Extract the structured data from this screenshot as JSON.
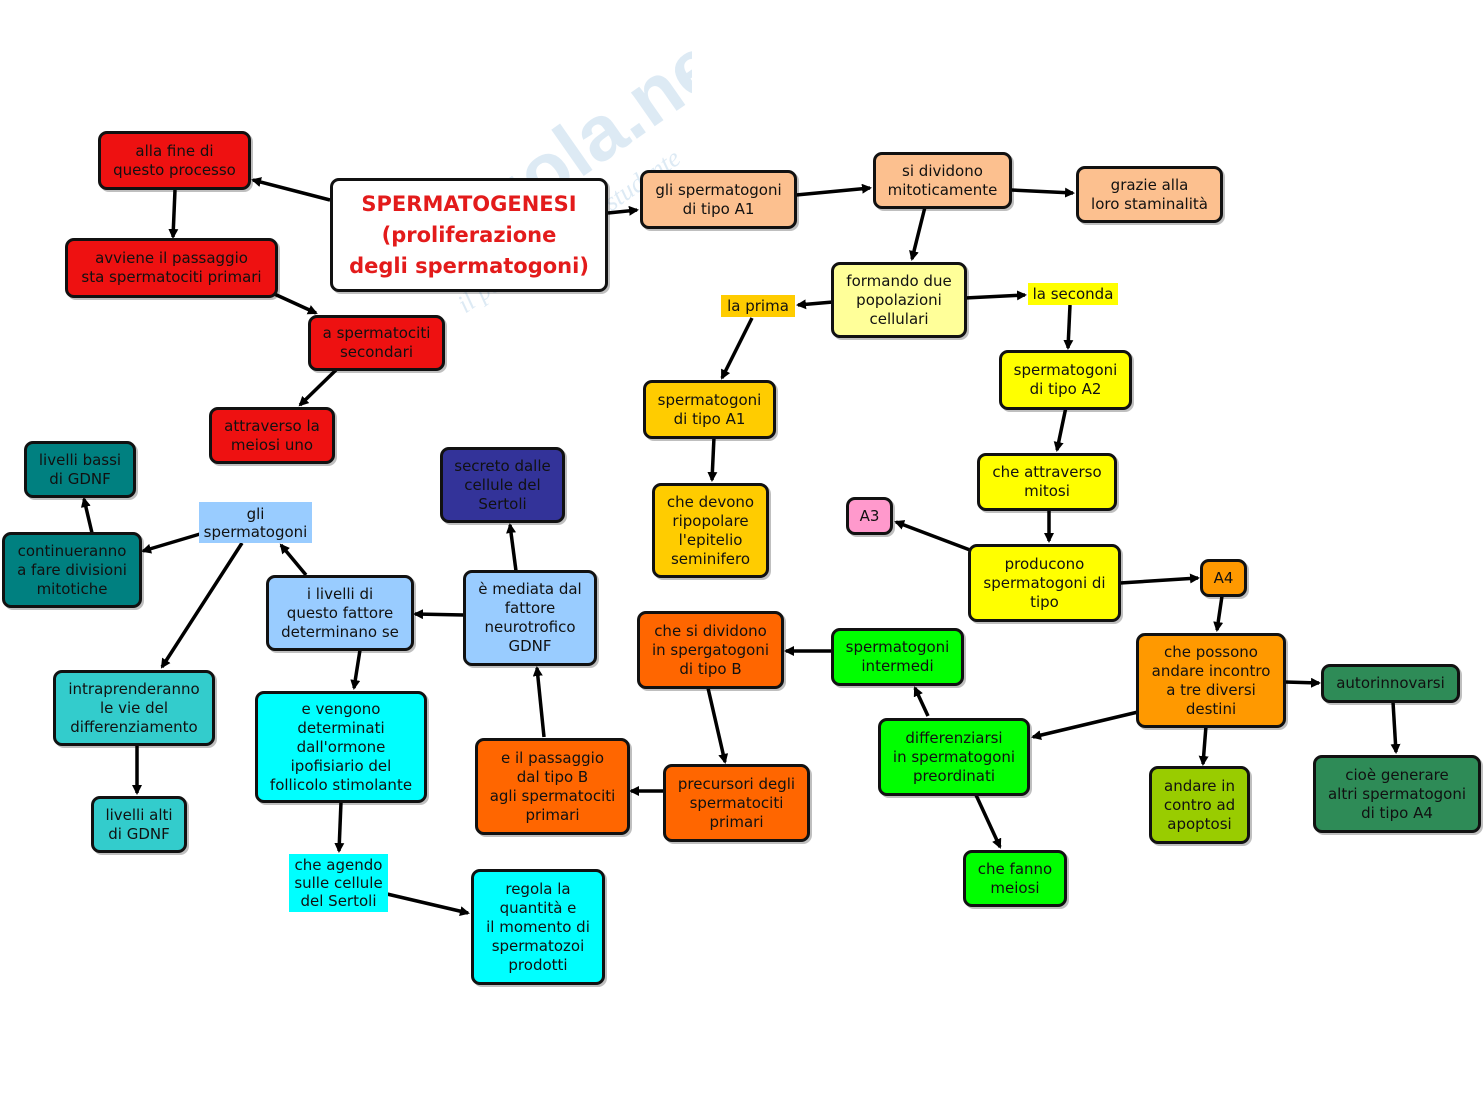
{
  "colors": {
    "red": "#ee1111",
    "peach": "#fcc08f",
    "lightyellow": "#ffff99",
    "gold": "#ffcc00",
    "yellow": "#ffff00",
    "pink": "#ff99cc",
    "orange": "#ff9900",
    "darkorange": "#ff6600",
    "green": "#00ff00",
    "olive": "#99cc00",
    "seagreen": "#2e8b57",
    "teal": "#008080",
    "mediumteal": "#33cccc",
    "cyan": "#00ffff",
    "lightblue": "#99ccff",
    "navy": "#333399"
  },
  "nodes": {
    "spermatogenesi": "SPERMATOGENESI\n(proliferazione\ndegli spermatogoni)",
    "alla_fine": "alla fine di\nquesto processo",
    "avviene": "avviene il passaggio\nsta spermatociti primari",
    "a_spermatociti": "a spermatociti\nsecondari",
    "attraverso_meiosi": "attraverso la\nmeiosi uno",
    "gli_a1": "gli spermatogoni\ndi tipo A1",
    "si_dividono": "si dividono\nmitoticamente",
    "grazie": "grazie alla\nloro staminalità",
    "formando": "formando due\npopolazioni\ncellulari",
    "la_prima": "la prima",
    "la_seconda": "la seconda",
    "sperm_a1": "spermatogoni\ndi tipo A1",
    "che_devono": "che devono\nripopolare\nl'epitelio\nseminifero",
    "sperm_a2": "spermatogoni\ndi tipo A2",
    "che_attraverso": "che attraverso\nmitosi",
    "producono": "producono\nspermatogoni di\ntipo",
    "a3": "A3",
    "a4": "A4",
    "che_possono": "che possono\nandare incontro\na tre diversi\ndestini",
    "autorinnovarsi": "autorinnovarsi",
    "cioe": "cioè generare\naltri spermatogoni\ndi tipo A4",
    "andare_apoptosi": "andare in\ncontro ad\napoptosi",
    "differenziarsi": "differenziarsi\nin spermatogoni\npreordinati",
    "che_fanno": "che fanno\nmeiosi",
    "intermedi": "spermatogoni\nintermedi",
    "che_si_dividono_b": "che si dividono\nin spergatogoni\ndi tipo B",
    "precursori": "precursori degli\nspermatociti\nprimari",
    "passaggio_b": "e il passaggio\ndal tipo B\nagli spermatociti\nprimari",
    "mediata": "è mediata dal\nfattore\nneurotrofico\nGDNF",
    "secreto": "secreto dalle\ncellule del\nSertoli",
    "i_livelli": "i livelli di\nquesto fattore\ndeterminano se",
    "gli_spermatogoni": "gli\nspermatogoni",
    "livelli_bassi": "livelli bassi\ndi GDNF",
    "continueranno": "continueranno\na fare divisioni\nmitotiche",
    "intraprenderanno": "intraprenderanno\nle vie del\ndifferenziamento",
    "livelli_alti": "livelli alti\ndi GDNF",
    "e_vengono": "e vengono\ndeterminati\ndall'ormone\nipofisiario del\nfollicolo stimolante",
    "che_agendo": "che agendo\nsulle cellule\ndel Sertoli",
    "regola": "regola la\nquantità e\nil momento di\nspermatozoi\nprodotti"
  },
  "watermark": {
    "brand": "Skuola.net",
    "tagline": "il paradiso dello studente"
  }
}
